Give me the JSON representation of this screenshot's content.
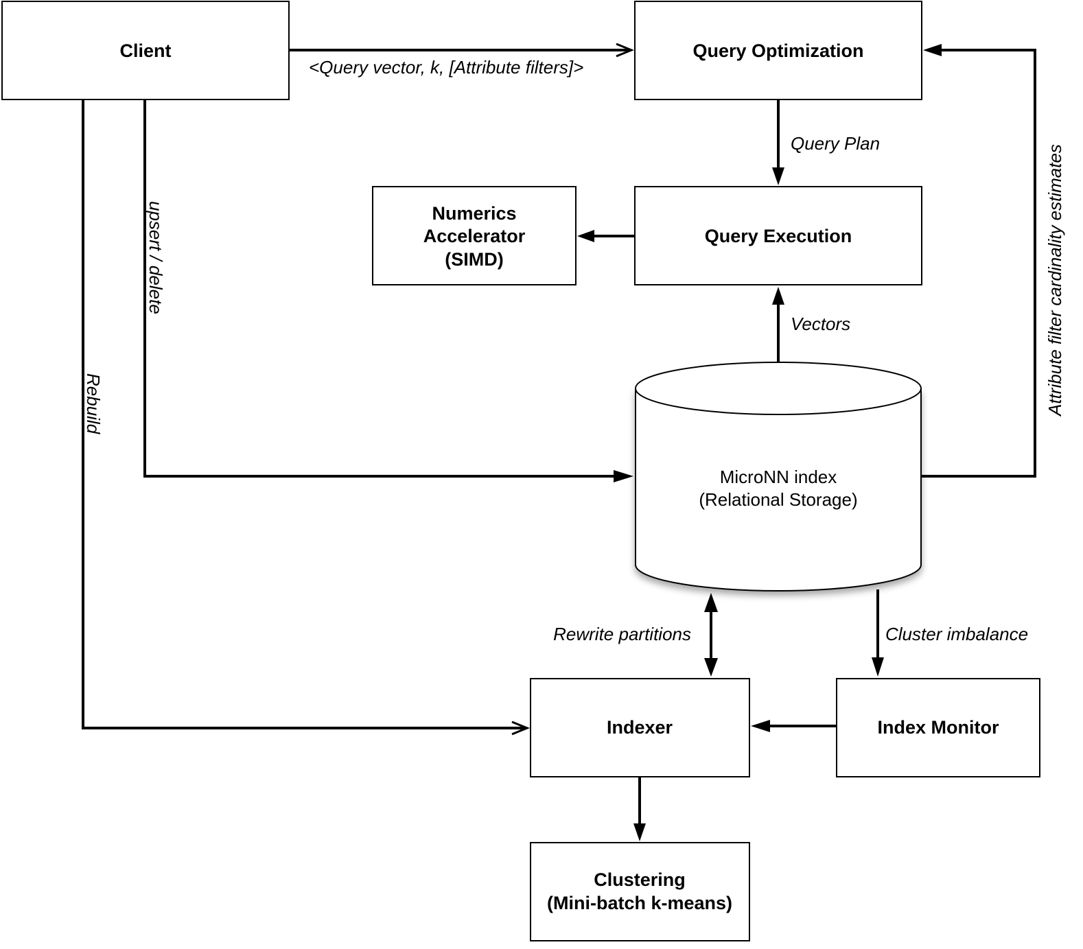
{
  "nodes": {
    "client": "Client",
    "query_optimization": "Query Optimization",
    "numerics_accelerator": [
      "Numerics",
      "Accelerator",
      "(SIMD)"
    ],
    "query_execution": "Query Execution",
    "micronn_index": [
      "MicroNN index",
      "(Relational Storage)"
    ],
    "indexer": "Indexer",
    "index_monitor": "Index Monitor",
    "clustering": [
      "Clustering",
      "(Mini-batch k-means)"
    ]
  },
  "edges": {
    "query_request": "<Query vector, k, [Attribute filters]>",
    "query_plan": "Query Plan",
    "vectors": "Vectors",
    "upsert_delete": "upsert / delete",
    "rebuild": "Rebuild",
    "attribute_estimates": "Attribute filter cardinality estimates",
    "rewrite_partitions": "Rewrite partitions",
    "cluster_imbalance": "Cluster imbalance"
  }
}
